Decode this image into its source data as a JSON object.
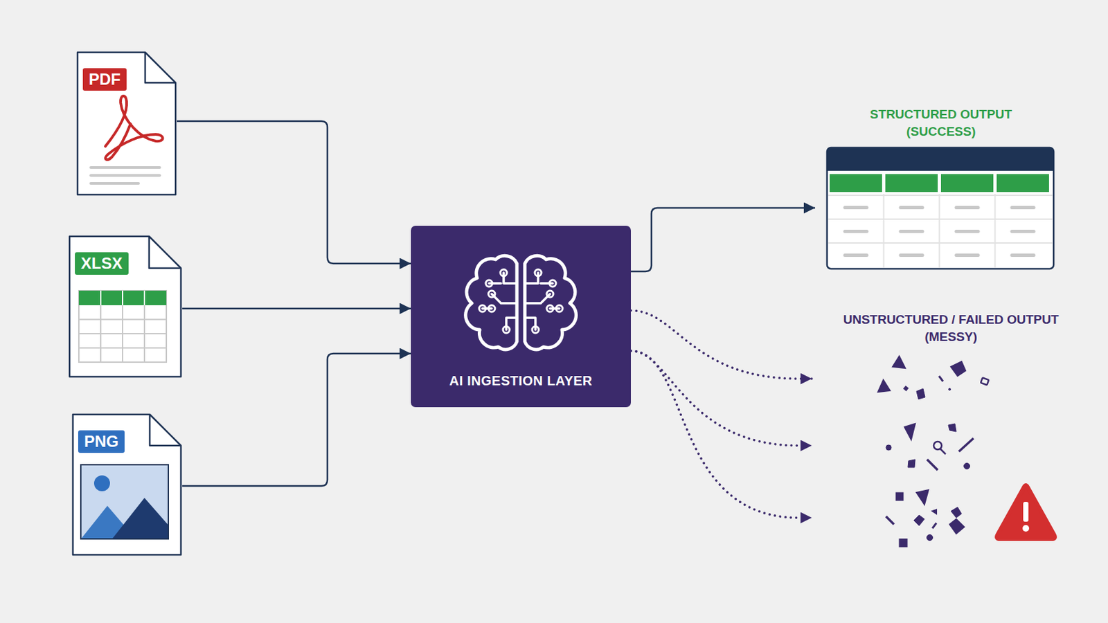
{
  "diagram": {
    "nodes": [
      {
        "text": [
          "PDF"
        ]
      },
      {
        "text": [
          "XLSX"
        ]
      },
      {
        "text": [
          "PNG"
        ]
      },
      {
        "text": [
          "AI INGESTION LAYER"
        ]
      },
      {
        "text": [
          "STRUCTURED OUTPUT (SUCCESS)"
        ]
      },
      {
        "text": [
          "UNSTRUCTURED / FAILED OUTPUT (MESSY)"
        ]
      }
    ],
    "edges": [
      {
        "from": 0,
        "to": 3,
        "arrow": "to"
      },
      {
        "from": 1,
        "to": 3,
        "arrow": "to"
      },
      {
        "from": 2,
        "to": 3,
        "arrow": "to"
      },
      {
        "from": 3,
        "to": 4,
        "arrow": "to"
      },
      {
        "from": 3,
        "to": 5,
        "arrow": "to"
      },
      {
        "from": 3,
        "to": 5,
        "arrow": "to"
      },
      {
        "from": 3,
        "to": 5,
        "arrow": "to"
      }
    ]
  }
}
